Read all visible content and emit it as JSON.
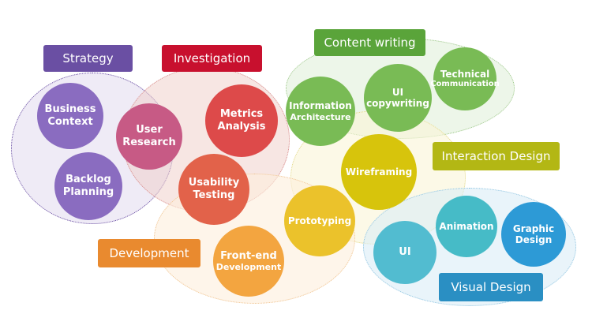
{
  "colors": {
    "strategy": "#6a4fa3",
    "investigation": "#c8102e",
    "content_writing": "#5aa43a",
    "interaction_design": "#b3b714",
    "development": "#e98a2f",
    "visual_design": "#2a8fc3",
    "purple_node": "#8a6cc0",
    "pink_node": "#c75a85",
    "red_node": "#dd4a4a",
    "salmon_node": "#e2624a",
    "green_node": "#79bb55",
    "yellow_node": "#d7c40c",
    "amber_node": "#ebc22b",
    "orange_node": "#f3a540",
    "cyan_node": "#52bcd0",
    "teal_node": "#46bbc7",
    "blue_node": "#2d9ad6"
  },
  "categories": {
    "strategy": "Strategy",
    "investigation": "Investigation",
    "content_writing": "Content writing",
    "interaction_design": "Interaction Design",
    "development": "Development",
    "visual_design": "Visual Design"
  },
  "nodes": {
    "business_context": [
      "Business",
      "Context"
    ],
    "backlog_planning": [
      "Backlog",
      "Planning"
    ],
    "user_research": [
      "User",
      "Research"
    ],
    "metrics_analysis": [
      "Metrics",
      "Analysis"
    ],
    "usability_testing": [
      "Usability",
      "Testing"
    ],
    "information_architecture": [
      "Information",
      "Architecture"
    ],
    "ui_copywriting": [
      "UI",
      "copywriting"
    ],
    "technical_communication": [
      "Technical",
      "Communication"
    ],
    "wireframing": [
      "Wireframing"
    ],
    "prototyping": [
      "Prototyping"
    ],
    "frontend_development": [
      "Front-end",
      "Development"
    ],
    "ui": [
      "UI"
    ],
    "animation": [
      "Animation"
    ],
    "graphic_design": [
      "Graphic",
      "Design"
    ]
  }
}
